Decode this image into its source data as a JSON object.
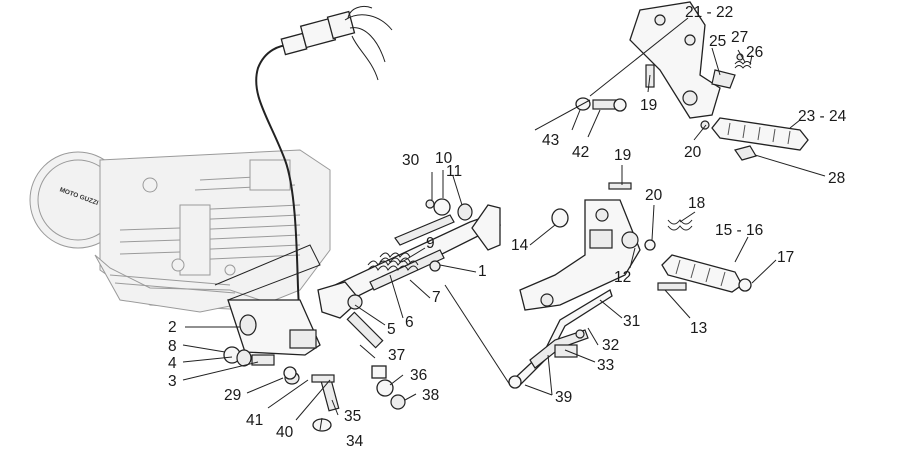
{
  "diagram": {
    "brand": "MOTO GUZZI",
    "callouts": {
      "c1": "1",
      "c2": "2",
      "c3": "3",
      "c4": "4",
      "c5": "5",
      "c6": "6",
      "c7": "7",
      "c8": "8",
      "c9": "9",
      "c10": "10",
      "c11": "11",
      "c12": "12",
      "c13": "13",
      "c14": "14",
      "c15_16": "15 - 16",
      "c17": "17",
      "c18": "18",
      "c19a": "19",
      "c19b": "19",
      "c20a": "20",
      "c20b": "20",
      "c21_22": "21 - 22",
      "c23_24": "23 - 24",
      "c25": "25",
      "c26": "26",
      "c27": "27",
      "c28": "28",
      "c29": "29",
      "c30": "30",
      "c31": "31",
      "c32": "32",
      "c33": "33",
      "c34": "34",
      "c35": "35",
      "c36": "36",
      "c37": "37",
      "c38": "38",
      "c39": "39",
      "c40": "40",
      "c41": "41",
      "c42": "42",
      "c43": "43"
    }
  }
}
